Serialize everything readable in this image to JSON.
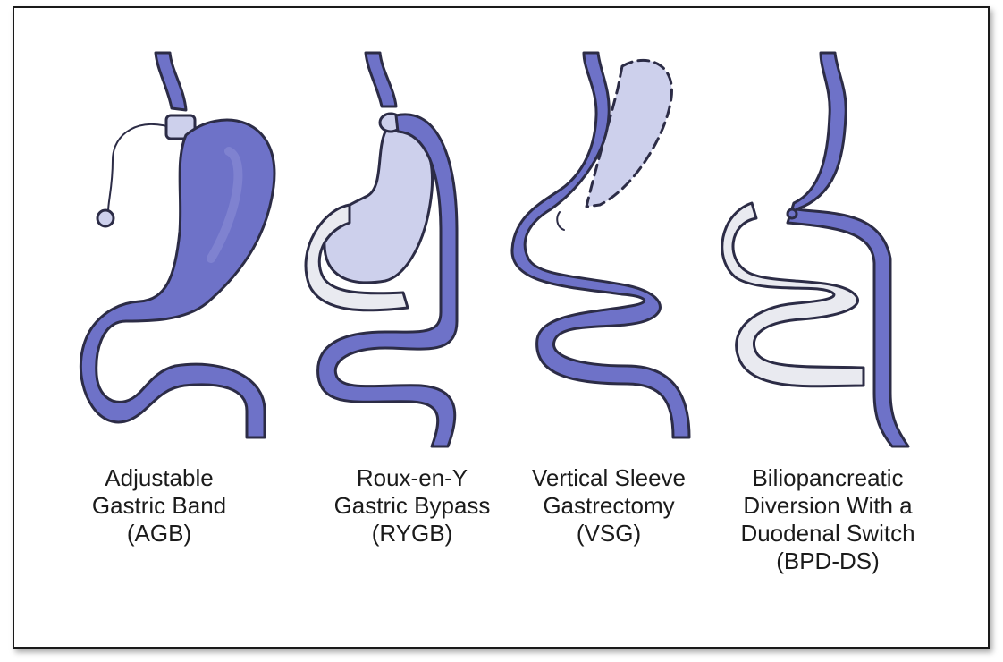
{
  "colors": {
    "organ_dark": "#6e72c8",
    "organ_light": "#cdd0ec",
    "bypassed_gray": "#e9eaf0",
    "outline": "#2c2c46"
  },
  "procedures": [
    {
      "name_lines": [
        "Adjustable",
        "Gastric Band",
        "(AGB)"
      ]
    },
    {
      "name_lines": [
        "Roux-en-Y",
        "Gastric Bypass",
        "(RYGB)"
      ]
    },
    {
      "name_lines": [
        "Vertical Sleeve",
        "Gastrectomy",
        "(VSG)"
      ]
    },
    {
      "name_lines": [
        "Biliopancreatic",
        "Diversion With a",
        "Duodenal Switch",
        "(BPD-DS)"
      ]
    }
  ]
}
